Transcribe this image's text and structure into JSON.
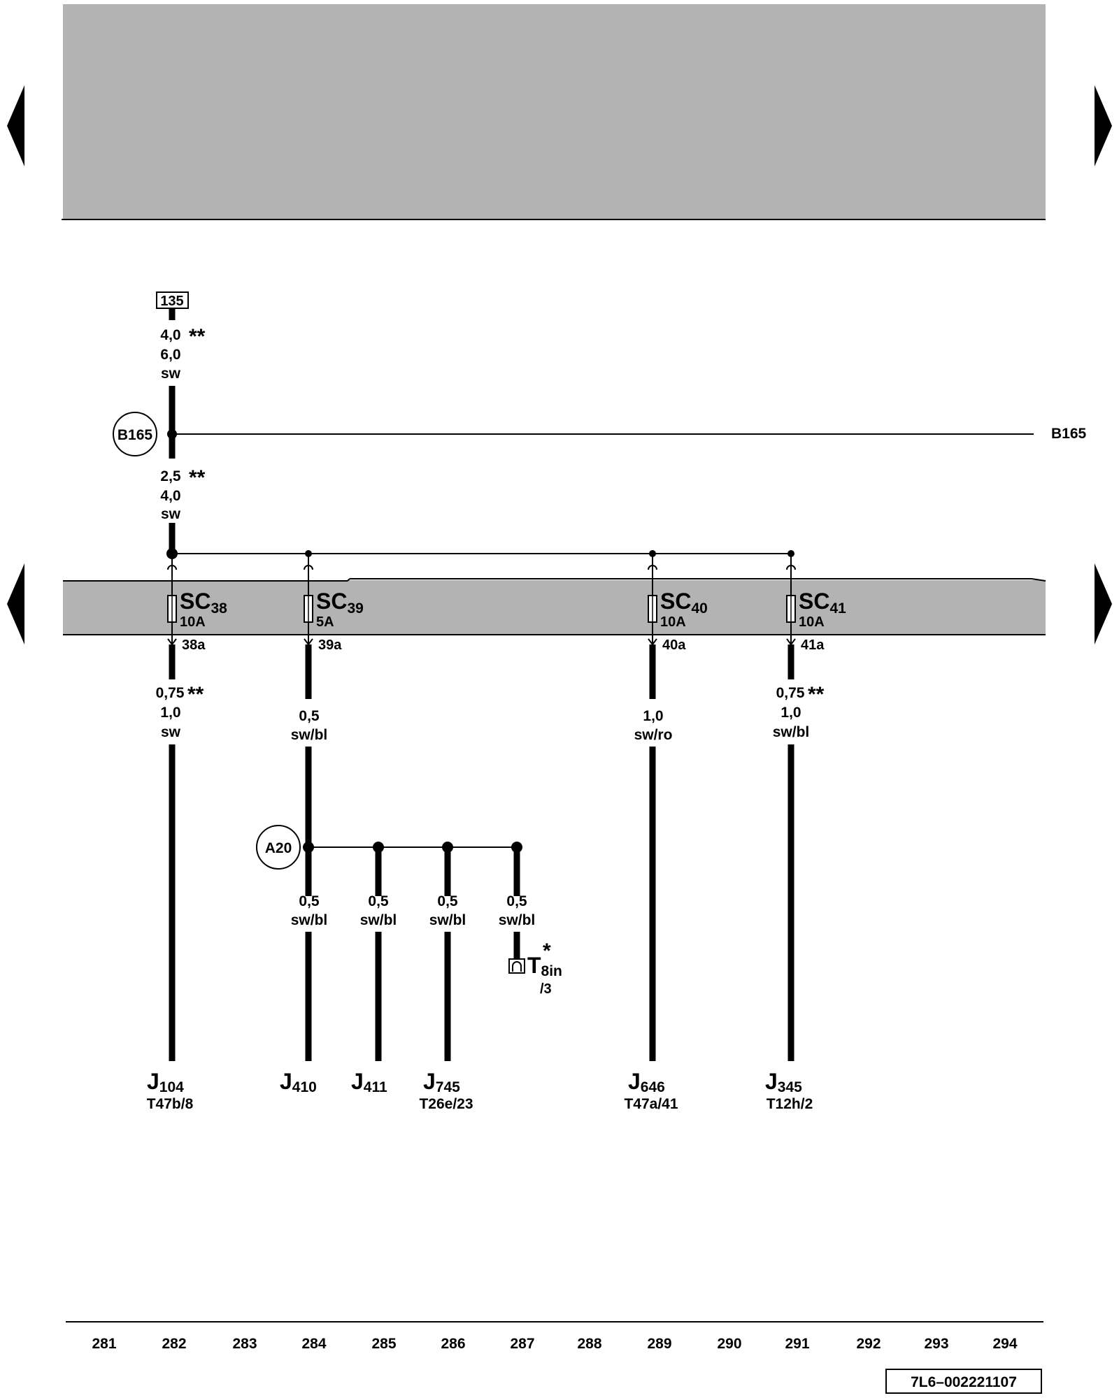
{
  "header_banner": {
    "fill": "#b3b3b3"
  },
  "fuse_band": {
    "fill": "#b3b3b3"
  },
  "top_connector": {
    "label": "135"
  },
  "main_feed": {
    "upper": {
      "size1": "4,0",
      "size2": "6,0",
      "color": "sw",
      "stars": "**"
    },
    "lower": {
      "size1": "2,5",
      "size2": "4,0",
      "color": "sw",
      "stars": "**"
    }
  },
  "connections": {
    "b165": {
      "circle": "B165",
      "right_label": "B165"
    },
    "a20": {
      "circle": "A20"
    }
  },
  "fuses": [
    {
      "name": "SC",
      "num": "38",
      "amp": "10A",
      "term": "38a"
    },
    {
      "name": "SC",
      "num": "39",
      "amp": "5A",
      "term": "39a"
    },
    {
      "name": "SC",
      "num": "40",
      "amp": "10A",
      "term": "40a"
    },
    {
      "name": "SC",
      "num": "41",
      "amp": "10A",
      "term": "41a"
    }
  ],
  "wire_labels": {
    "sc38": {
      "size1": "0,75",
      "stars": "**",
      "size2": "1,0",
      "color": "sw"
    },
    "sc39": {
      "size": "0,5",
      "color": "sw/bl"
    },
    "sc40": {
      "size": "1,0",
      "color": "sw/ro"
    },
    "sc41": {
      "size1": "0,75",
      "stars": "**",
      "size2": "1,0",
      "color": "sw/bl"
    },
    "a20_branches": [
      {
        "size": "0,5",
        "color": "sw/bl"
      },
      {
        "size": "0,5",
        "color": "sw/bl"
      },
      {
        "size": "0,5",
        "color": "sw/bl"
      },
      {
        "size": "0,5",
        "color": "sw/bl"
      }
    ]
  },
  "connector_t8in": {
    "letter": "T",
    "sub": "8in",
    "star": "*",
    "pin": "/3"
  },
  "components": [
    {
      "letter": "J",
      "num": "104",
      "pin": "T47b/8"
    },
    {
      "letter": "J",
      "num": "410",
      "pin": ""
    },
    {
      "letter": "J",
      "num": "411",
      "pin": ""
    },
    {
      "letter": "J",
      "num": "745",
      "pin": "T26e/23"
    },
    {
      "letter": "J",
      "num": "646",
      "pin": "T47a/41"
    },
    {
      "letter": "J",
      "num": "345",
      "pin": "T12h/2"
    }
  ],
  "track_numbers": [
    "281",
    "282",
    "283",
    "284",
    "285",
    "286",
    "287",
    "288",
    "289",
    "290",
    "291",
    "292",
    "293",
    "294"
  ],
  "document_id": "7L6–002221107"
}
